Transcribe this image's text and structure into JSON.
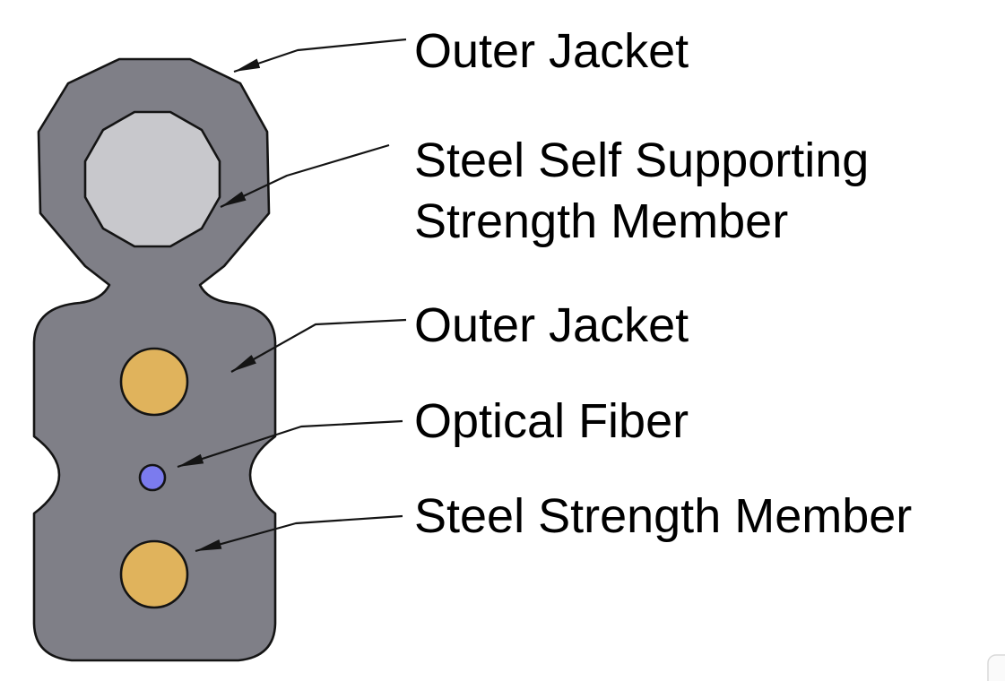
{
  "labels": {
    "outer_jacket_top": "Outer Jacket",
    "steel_self_supporting_line1": "Steel Self Supporting",
    "steel_self_supporting_line2": "Strength Member",
    "outer_jacket_mid": "Outer Jacket",
    "optical_fiber": "Optical Fiber",
    "steel_strength_member": "Steel Strength Member"
  },
  "colors": {
    "outer_jacket": "#7f7f87",
    "steel_self_supporting_member": "#c8c8cc",
    "steel_strength_member": "#e0b35c",
    "optical_fiber": "#7b7bee",
    "outline": "#141414",
    "text": "#000000",
    "background": "#ffffff"
  }
}
